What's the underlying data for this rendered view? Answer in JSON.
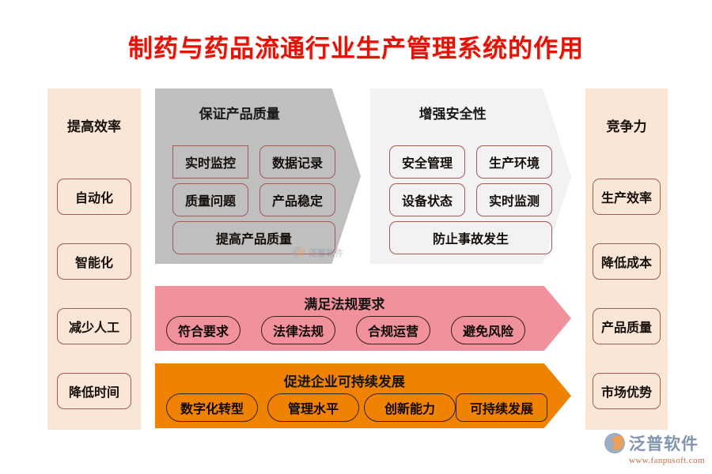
{
  "title": "制药与药品流通行业生产管理系统的作用",
  "colors": {
    "title": "#E1140A",
    "cream": "#FAE6D7",
    "gray_panel": "#BFBFBF",
    "light_panel": "#F2F2F2",
    "pink_banner": "#F0919C",
    "orange_banner": "#EF8200",
    "box_border": "#9E5B55"
  },
  "left_column": {
    "heading": "提高效率",
    "items": [
      "自动化",
      "智能化",
      "减少人工",
      "降低时间"
    ]
  },
  "right_column": {
    "heading": "竞争力",
    "items": [
      "生产效率",
      "降低成本",
      "产品质量",
      "市场优势"
    ]
  },
  "panels": [
    {
      "heading": "保证产品质量",
      "items": [
        "实时监控",
        "数据记录",
        "质量问题",
        "产品稳定",
        "提高产品质量"
      ]
    },
    {
      "heading": "增强安全性",
      "items": [
        "安全管理",
        "生产环境",
        "设备状态",
        "实时监测",
        "防止事故发生"
      ]
    }
  ],
  "banners": [
    {
      "heading": "满足法规要求",
      "items": [
        "符合要求",
        "法律法规",
        "合规运营",
        "避免风险"
      ]
    },
    {
      "heading": "促进企业可持续发展",
      "items": [
        "数字化转型",
        "管理水平",
        "创新能力",
        "可持续发展"
      ]
    }
  ],
  "watermark": {
    "text": "泛普软件"
  },
  "brand": {
    "name": "泛普软件",
    "url": "www.fanpusoft.com"
  }
}
